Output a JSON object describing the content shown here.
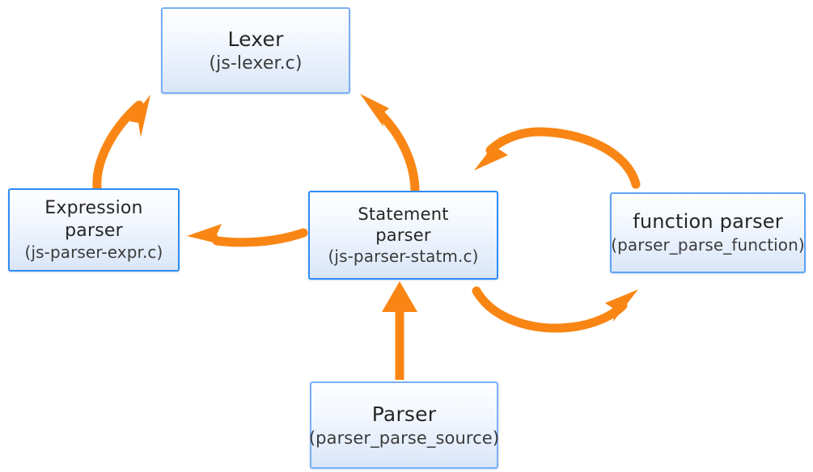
{
  "diagram": {
    "type": "flow-diagram",
    "background_color": "#ffffff",
    "arrow_color": "#f98614",
    "node_border_colors": {
      "light": "#79b0f4",
      "strong": "#2f8cf5"
    },
    "node_fill_gradient": [
      "#fdfeff",
      "#d9e6f8"
    ],
    "nodes": [
      {
        "id": "lexer",
        "title": "Lexer",
        "subtitle": "(js-lexer.c)"
      },
      {
        "id": "expression-parser",
        "title": "Expression\nparser",
        "title_line1": "Expression",
        "title_line2": "parser",
        "subtitle": "(js-parser-expr.c)"
      },
      {
        "id": "statement-parser",
        "title_line1": "Statement",
        "title_line2": "parser",
        "subtitle": "(js-parser-statm.c)"
      },
      {
        "id": "function-parser",
        "title": "function parser",
        "subtitle": "(parser_parse_function)"
      },
      {
        "id": "parser",
        "title": "Parser",
        "subtitle": "(parser_parse_source)"
      }
    ],
    "edges": [
      {
        "id": "expression-parser-to-lexer",
        "from": "expression-parser",
        "to": "lexer",
        "style": "curved-arrow"
      },
      {
        "id": "statement-parser-to-lexer",
        "from": "statement-parser",
        "to": "lexer",
        "style": "curved-arrow"
      },
      {
        "id": "function-parser-to-statement-parser",
        "from": "function-parser",
        "to": "statement-parser",
        "style": "curved-arrow-over-top"
      },
      {
        "id": "statement-parser-to-function-parser",
        "from": "statement-parser",
        "to": "function-parser",
        "style": "curved-arrow-under-bottom"
      },
      {
        "id": "statement-parser-to-expression-parser",
        "from": "statement-parser",
        "to": "expression-parser",
        "style": "slightly-curved-arrow-left"
      },
      {
        "id": "parser-to-statement-parser",
        "from": "parser",
        "to": "statement-parser",
        "style": "straight-arrow-up"
      }
    ]
  }
}
